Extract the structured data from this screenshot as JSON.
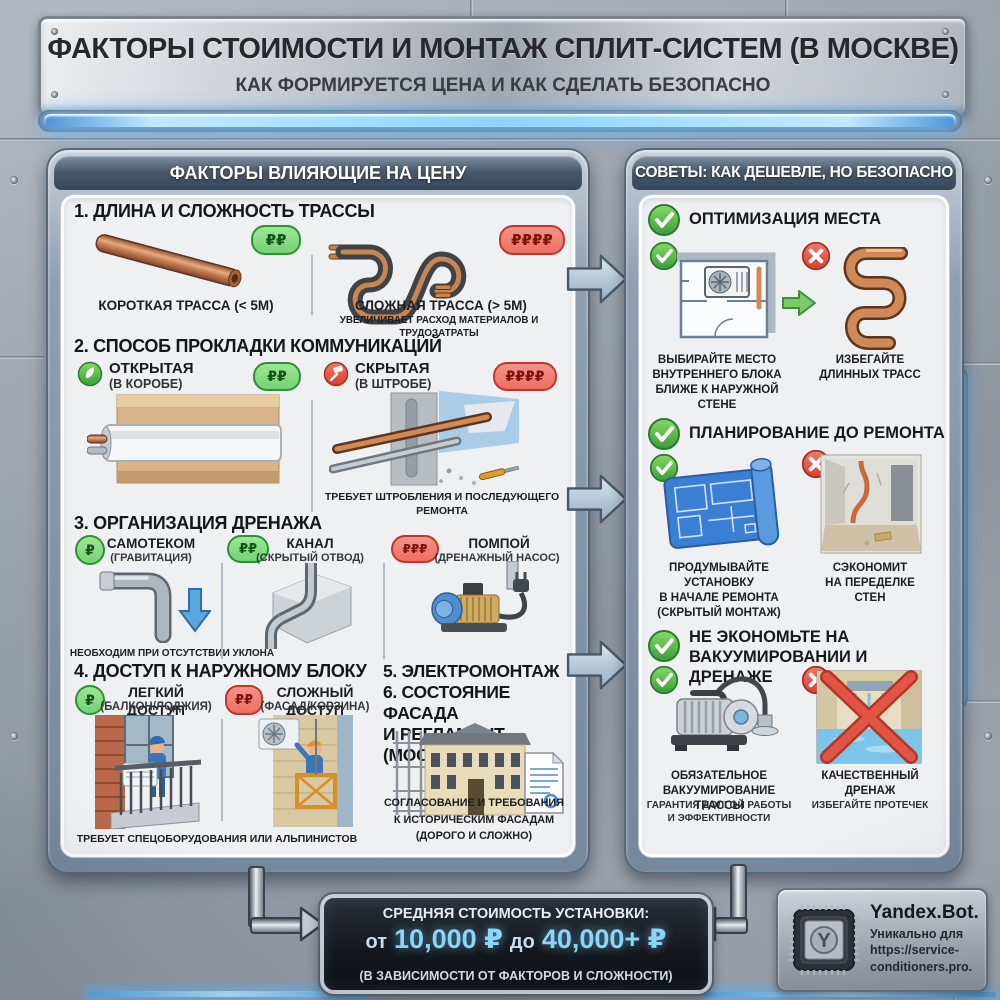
{
  "header": {
    "title": "ФАКТОРЫ СТОИМОСТИ И МОНТАЖ СПЛИТ-СИСТЕМ (В МОСКВЕ)",
    "subtitle": "КАК ФОРМИРУЕТСЯ ЦЕНА И КАК СДЕЛАТЬ БЕЗОПАСНО"
  },
  "left_panel": {
    "title": "ФАКТОРЫ ВЛИЯЮЩИЕ НА ЦЕНУ",
    "section1": {
      "title": "1. ДЛИНА И СЛОЖНОСТЬ ТРАССЫ",
      "short_badge": "₽₽",
      "short_caption": "КОРОТКАЯ ТРАССА (< 5М)",
      "long_badge": "₽₽₽₽",
      "long_caption": "СЛОЖНАЯ ТРАССА (> 5М)",
      "long_note": "УВЕЛИЧИВАЕТ РАСХОД МАТЕРИАЛОВ И ТРУДОЗАТРАТЫ"
    },
    "section2": {
      "title": "2. СПОСОБ ПРОКЛАДКИ КОММУНИКАЦИЙ",
      "open_label": "ОТКРЫТАЯ",
      "open_sublabel": "(В КОРОБЕ)",
      "open_badge": "₽₽",
      "hidden_label": "СКРЫТАЯ",
      "hidden_sublabel": "(В ШТРОБЕ)",
      "hidden_badge": "₽₽₽₽",
      "hidden_note": "ТРЕБУЕТ ШТРОБЛЕНИЯ И ПОСЛЕДУЮЩЕГО РЕМОНТА"
    },
    "section3": {
      "title": "3. ОРГАНИЗАЦИЯ ДРЕНАЖА",
      "items": [
        {
          "badge": "₽",
          "label": "САМОТЕКОМ",
          "sublabel": "(ГРАВИТАЦИЯ)",
          "note": "НЕОБХОДИМ ПРИ ОТСУТСТВИИ УКЛОНА"
        },
        {
          "badge": "₽₽",
          "label": "КАНАЛ",
          "sublabel": "(СКРЫТЫЙ ОТВОД)"
        },
        {
          "badge": "₽₽₽",
          "label": "ПОМПОЙ",
          "sublabel": "(ДРЕНАЖНЫЙ НАСОС)"
        }
      ]
    },
    "section4": {
      "title": "4. ДОСТУП К НАРУЖНОМУ БЛОКУ",
      "easy_badge": "₽",
      "easy_label": "ЛЕГКИЙ ДОСТУП",
      "easy_sublabel": "(БАЛКОН/ЛОДЖИЯ)",
      "hard_badge": "₽₽",
      "hard_label": "СЛОЖНЫЙ ДОСТУП",
      "hard_sublabel": "(ФАСАД/КОРЗИНА)",
      "note": "ТРЕБУЕТ СПЕЦОБОРУДОВАНИЯ ИЛИ АЛЬПИНИСТОВ"
    },
    "section56": {
      "title5": "5. ЭЛЕКТРОМОНТАЖ",
      "title6": "6. СОСТОЯНИЕ ФАСАДА\nИ РЕГЛАМЕНТ (МОСКВА)",
      "note": "СОГЛАСОВАНИЕ И ТРЕБОВАНИЯ\nК ИСТОРИЧЕСКИМ ФАСАДАМ\n(ДОРОГО И СЛОЖНО)"
    }
  },
  "right_panel": {
    "title": "СОВЕТЫ: КАК ДЕШЕВЛЕ, НО БЕЗОПАСНО",
    "tip1": {
      "heading": "ОПТИМИЗАЦИЯ МЕСТА",
      "good_caption": "ВЫБИРАЙТЕ МЕСТО\nВНУТРЕННЕГО БЛОКА\nБЛИЖЕ К НАРУЖНОЙ СТЕНЕ",
      "bad_caption": "ИЗБЕГАЙТЕ\nДЛИННЫХ ТРАСС"
    },
    "tip2": {
      "heading": "ПЛАНИРОВАНИЕ ДО РЕМОНТА",
      "good_caption": "ПРОДУМЫВАЙТЕ УСТАНОВКУ\nВ НАЧАЛЕ РЕМОНТА\n(СКРЫТЫЙ МОНТАЖ)",
      "bad_caption": "СЭКОНОМИТ\nНА ПЕРЕДЕЛКЕ СТЕН"
    },
    "tip3": {
      "heading": "НЕ ЭКОНОМЬТЕ НА\nВАКУУМИРОВАНИИ И ДРЕНАЖЕ",
      "good_caption": "ОБЯЗАТЕЛЬНОЕ\nВАКУУМИРОВАНИЕ ТРАССЫ",
      "good_note": "ГАРАНТИЯ ДОЛГОЙ РАБОТЫ\nИ ЭФФЕКТИВНОСТИ",
      "bad_caption": "КАЧЕСТВЕННЫЙ\nДРЕНАЖ",
      "bad_note": "ИЗБЕГАЙТЕ ПРОТЕЧЕК"
    }
  },
  "price_panel": {
    "label": "СРЕДНЯЯ СТОИМОСТЬ УСТАНОВКИ:",
    "from_word": "от",
    "low_value": "10,000 ₽",
    "to_word": "до",
    "high_value": "40,000+ ₽",
    "note": "(В ЗАВИСИМОСТИ ОТ ФАКТОРОВ И СЛОЖНОСТИ)"
  },
  "branding": {
    "name": "Yandex.Bot.",
    "tagline": "Уникально для\nhttps://service-\nconditioners.pro.",
    "chip_letter": "Y"
  },
  "colors": {
    "neon_blue": "#8fd4ff",
    "badge_green_bg": "#8ee08a",
    "badge_green_border": "#2f8f35",
    "badge_red_bg": "#f2837a",
    "badge_red_border": "#c23b2e",
    "check_green": "#4cae3f",
    "cross_red": "#e04a38",
    "price_cyan": "#8fdcff"
  }
}
